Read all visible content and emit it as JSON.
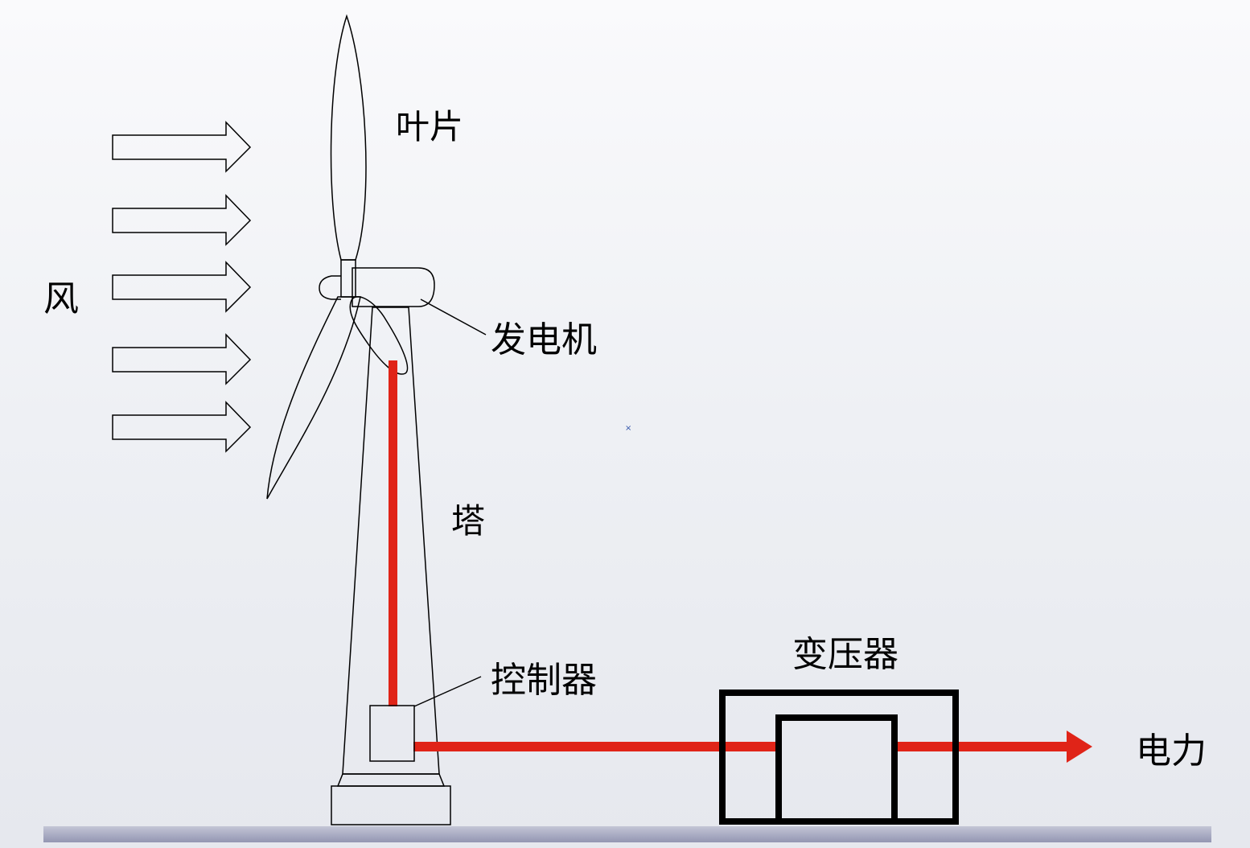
{
  "labels": {
    "wind": "风",
    "blade": "叶片",
    "generator": "发电机",
    "tower": "塔",
    "controller": "控制器",
    "transformer": "变压器",
    "power": "电力"
  },
  "colors": {
    "power_line": "#e02418",
    "outline": "#000000",
    "ground": "#a7aac2"
  }
}
